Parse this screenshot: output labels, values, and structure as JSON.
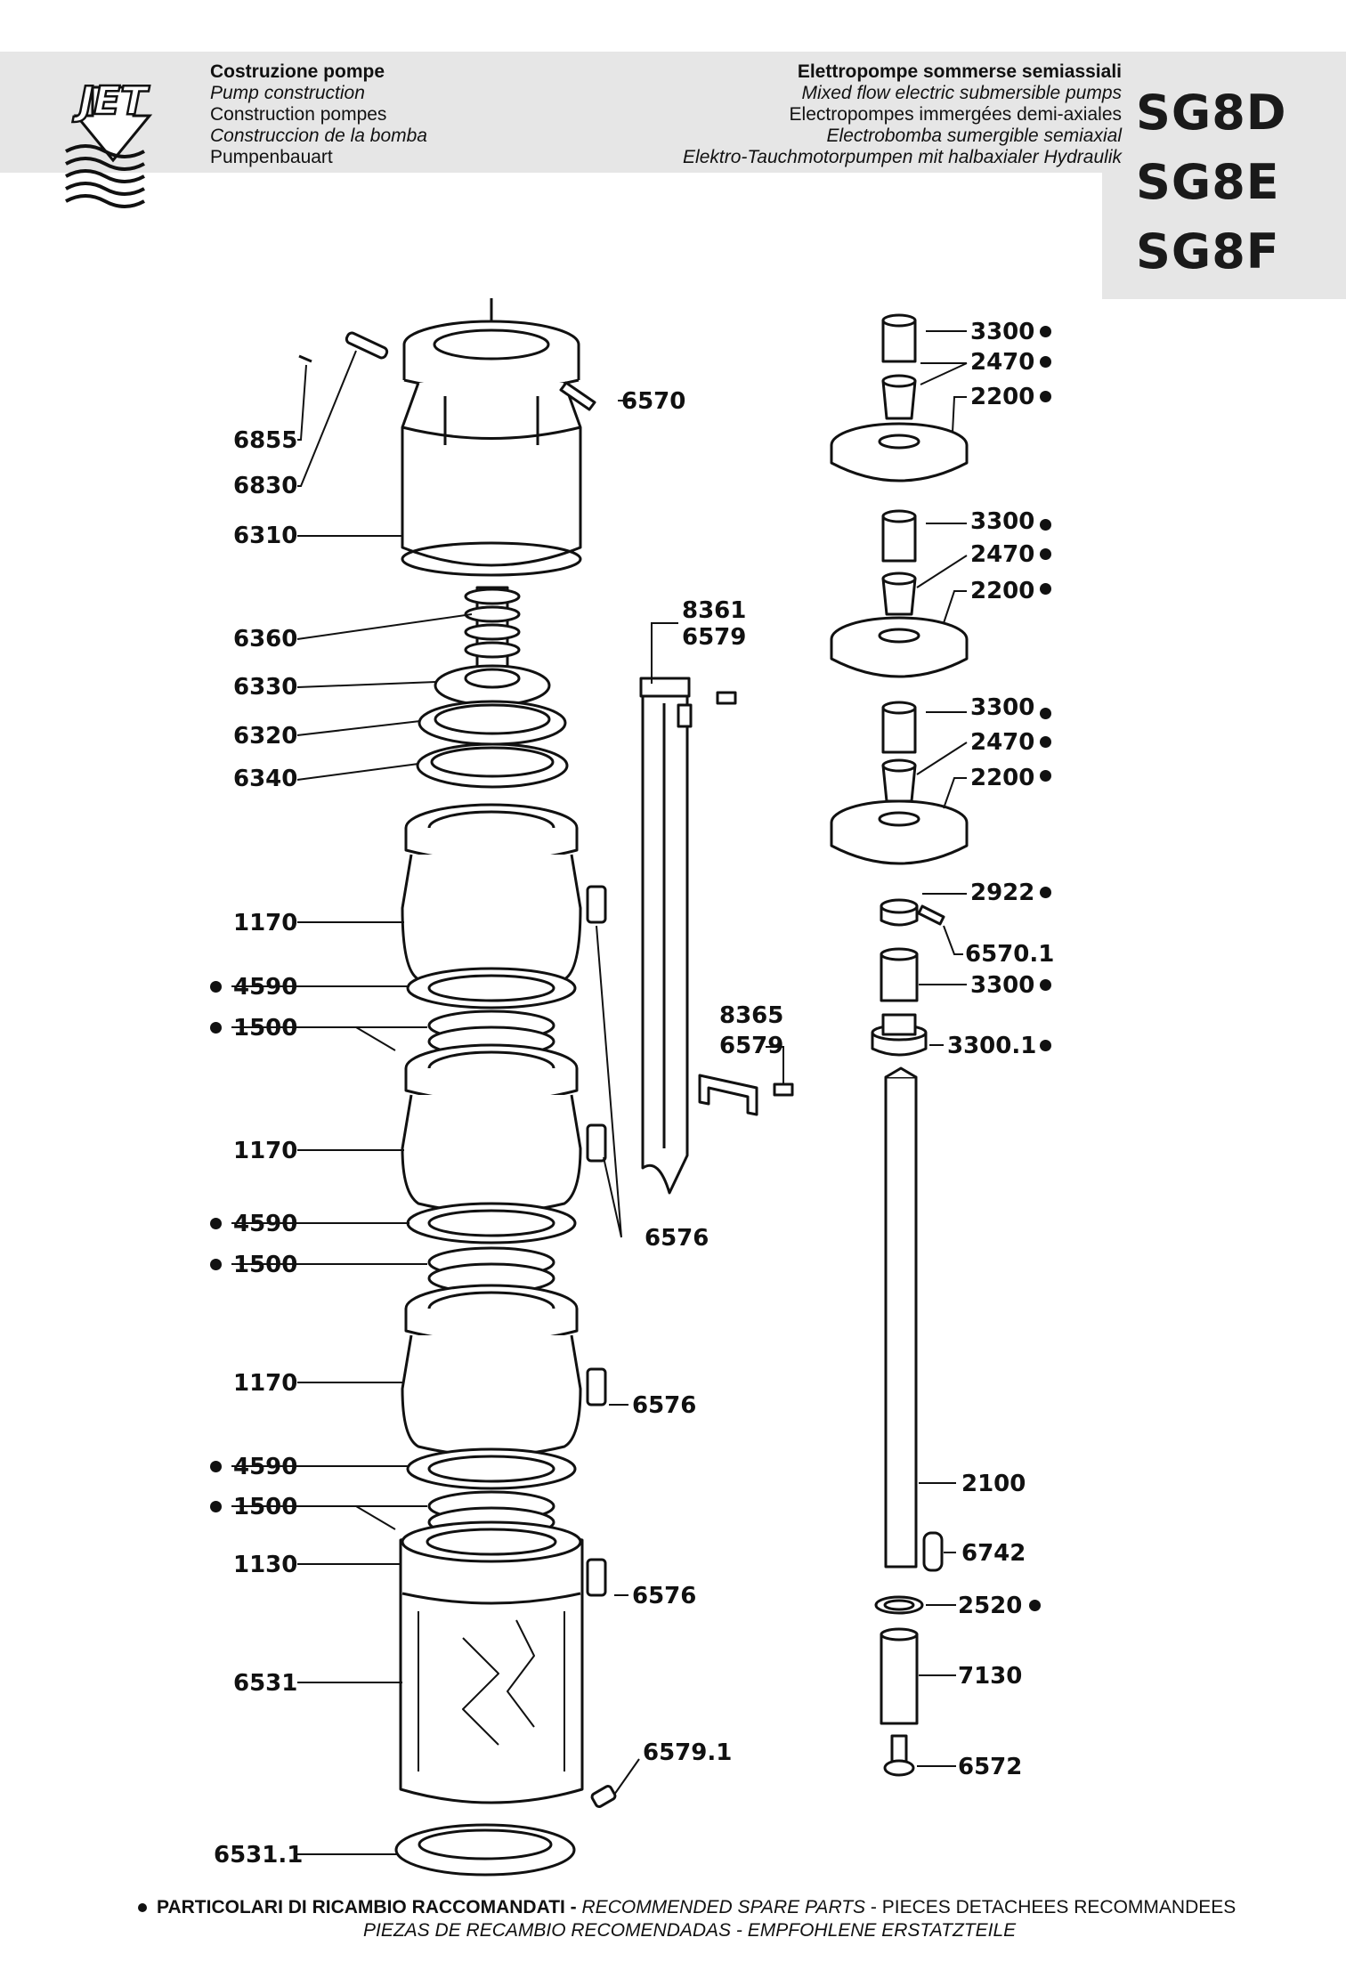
{
  "header": {
    "logo_text": "JET",
    "left_lines": [
      "Costruzione pompe",
      "Pump construction",
      "Construction pompes",
      "Construccion de la bomba",
      "Pumpenbauart"
    ],
    "right_lines": [
      "Elettropompe sommerse semiassiali",
      "Mixed flow electric submersible pumps",
      "Electropompes immergées demi-axiales",
      "Electrobomba sumergible semiaxial",
      "Elektro-Tauchmotorpumpen mit halbaxialer Hydraulik"
    ],
    "models": [
      "SG8D",
      "SG8E",
      "SG8F"
    ]
  },
  "parts_left": [
    {
      "code": "6855",
      "recommended": false
    },
    {
      "code": "6830",
      "recommended": false
    },
    {
      "code": "6310",
      "recommended": false
    },
    {
      "code": "6360",
      "recommended": false
    },
    {
      "code": "6330",
      "recommended": false
    },
    {
      "code": "6320",
      "recommended": false
    },
    {
      "code": "6340",
      "recommended": false
    },
    {
      "code": "1170",
      "recommended": false
    },
    {
      "code": "4590",
      "recommended": true
    },
    {
      "code": "1500",
      "recommended": true
    },
    {
      "code": "1170",
      "recommended": false
    },
    {
      "code": "4590",
      "recommended": true
    },
    {
      "code": "1500",
      "recommended": true
    },
    {
      "code": "1170",
      "recommended": false
    },
    {
      "code": "4590",
      "recommended": true
    },
    {
      "code": "1500",
      "recommended": true
    },
    {
      "code": "1130",
      "recommended": false
    },
    {
      "code": "6531",
      "recommended": false
    },
    {
      "code": "6531.1",
      "recommended": false
    }
  ],
  "parts_middle": [
    {
      "code": "6570"
    },
    {
      "code": "8361"
    },
    {
      "code": "6579"
    },
    {
      "code": "8365"
    },
    {
      "code": "6579"
    },
    {
      "code": "6576"
    },
    {
      "code": "6576"
    },
    {
      "code": "6576"
    },
    {
      "code": "6579.1"
    }
  ],
  "parts_right": [
    {
      "code": "3300",
      "recommended": true
    },
    {
      "code": "2470",
      "recommended": true
    },
    {
      "code": "2200",
      "recommended": true
    },
    {
      "code": "3300",
      "recommended": true
    },
    {
      "code": "2470",
      "recommended": true
    },
    {
      "code": "2200",
      "recommended": true
    },
    {
      "code": "3300",
      "recommended": true
    },
    {
      "code": "2470",
      "recommended": true
    },
    {
      "code": "2200",
      "recommended": true
    },
    {
      "code": "2922",
      "recommended": true
    },
    {
      "code": "6570.1",
      "recommended": false
    },
    {
      "code": "3300",
      "recommended": true
    },
    {
      "code": "3300.1",
      "recommended": true
    },
    {
      "code": "2100",
      "recommended": false
    },
    {
      "code": "6742",
      "recommended": false
    },
    {
      "code": "2520",
      "recommended": true
    },
    {
      "code": "7130",
      "recommended": false
    },
    {
      "code": "6572",
      "recommended": false
    }
  ],
  "footer": {
    "line1_bold": "PARTICOLARI DI RICAMBIO RACCOMANDATI - ",
    "line1_italic": "RECOMMENDED SPARE PARTS",
    "line1_rest": " - PIECES DETACHEES RECOMMANDEES",
    "line2": "PIEZAS DE RECAMBIO RECOMENDADAS - EMPFOHLENE ERSTATZTEILE"
  }
}
